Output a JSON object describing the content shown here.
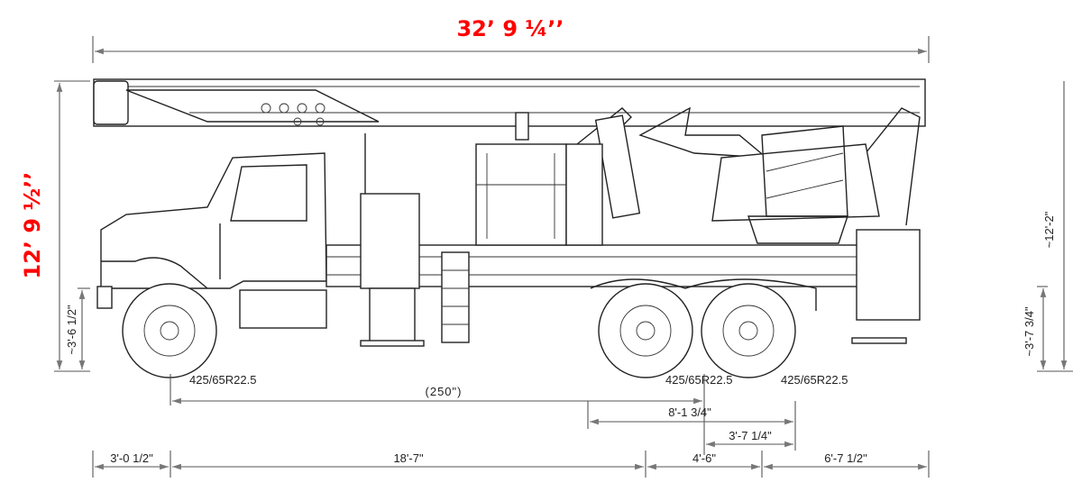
{
  "overall_length": "32’ 9 ¼’’",
  "overall_height": "12’ 9 ½’’",
  "stowed_height": "~12'-2\"",
  "front_frame_height": "~3'-6 1/2\"",
  "rear_frame_height": "~3'-7 3/4\"",
  "tire_labels": [
    "425/65R22.5",
    "425/65R22.5",
    "425/65R22.5"
  ],
  "wheelbase": "(250\")",
  "rear_dims": {
    "outer_axles": "8'-1 3/4\"",
    "tandem_spacing": "3'-7 1/4\""
  },
  "bottom_dims": [
    "3'-0 1/2\"",
    "18'-7\"",
    "4'-6\"",
    "6'-7 1/2\""
  ],
  "colors": {
    "highlight": "#ff0000",
    "lines": "#222222"
  }
}
